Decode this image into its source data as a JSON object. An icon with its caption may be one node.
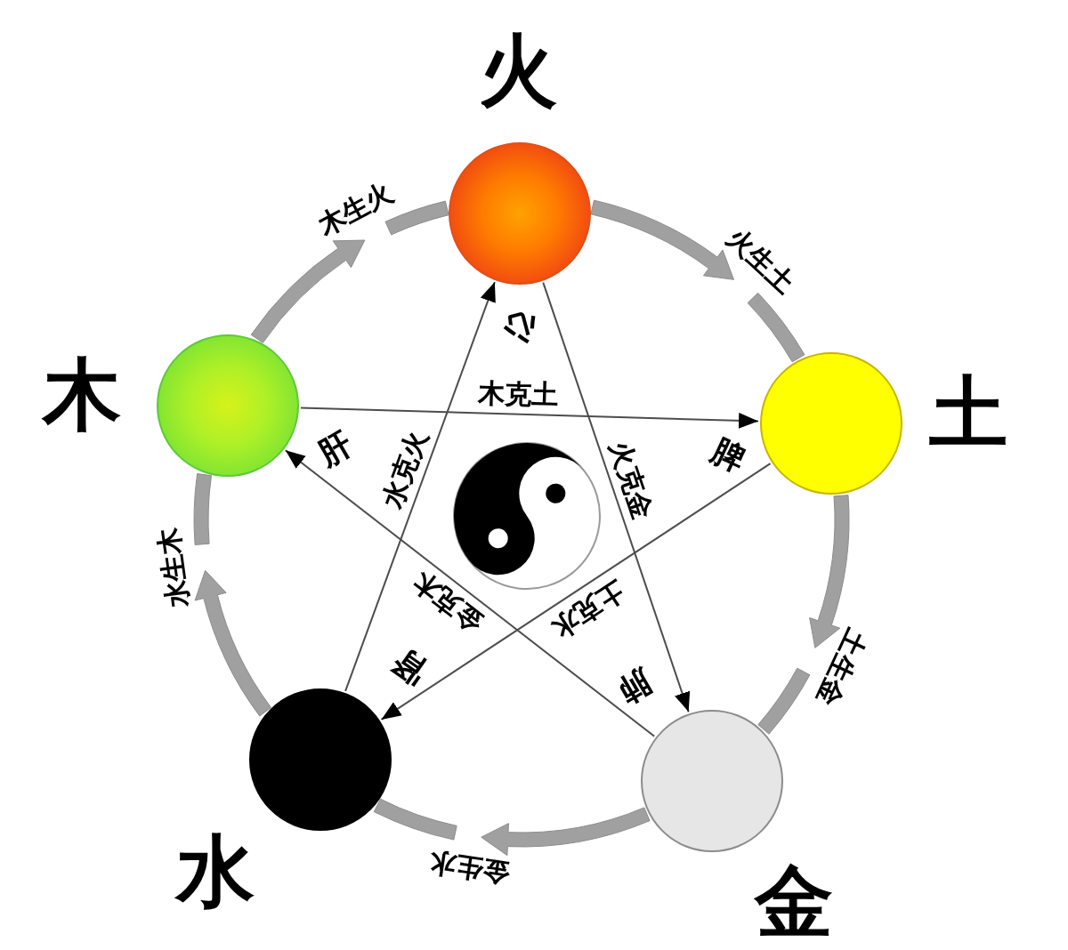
{
  "diagram": {
    "nodes": [
      {
        "text": [
          "火"
        ],
        "beside": [
          "心"
        ]
      },
      {
        "text": [
          "木"
        ],
        "beside": [
          "肝"
        ]
      },
      {
        "text": [
          "土"
        ],
        "beside": [
          "脾"
        ]
      },
      {
        "text": [
          "水"
        ],
        "beside": [
          "肾"
        ]
      },
      {
        "text": [
          "金"
        ],
        "beside": [
          "肺"
        ]
      }
    ],
    "edges": [
      {
        "from": 1,
        "to": 0,
        "arrow": "to",
        "label": "木生火",
        "style": "thick",
        "color": "#a0a0a0"
      },
      {
        "from": 0,
        "to": 2,
        "arrow": "to",
        "label": "火生土",
        "style": "thick",
        "color": "#a0a0a0"
      },
      {
        "from": 2,
        "to": 4,
        "arrow": "to",
        "label": "土生金",
        "style": "thick",
        "color": "#a0a0a0"
      },
      {
        "from": 4,
        "to": 3,
        "arrow": "to",
        "label": "金生水",
        "style": "thick",
        "color": "#a0a0a0"
      },
      {
        "from": 3,
        "to": 1,
        "arrow": "to",
        "label": "水生木",
        "style": "thick",
        "color": "#a0a0a0"
      },
      {
        "from": 1,
        "to": 2,
        "arrow": "to",
        "label": "木克土"
      },
      {
        "from": 0,
        "to": 4,
        "arrow": "to",
        "label": "火克金"
      },
      {
        "from": 2,
        "to": 3,
        "arrow": "to",
        "label": "土克水"
      },
      {
        "from": 4,
        "to": 1,
        "arrow": "to",
        "label": "金克木"
      },
      {
        "from": 3,
        "to": 0,
        "arrow": "to",
        "label": "水克火"
      }
    ]
  }
}
